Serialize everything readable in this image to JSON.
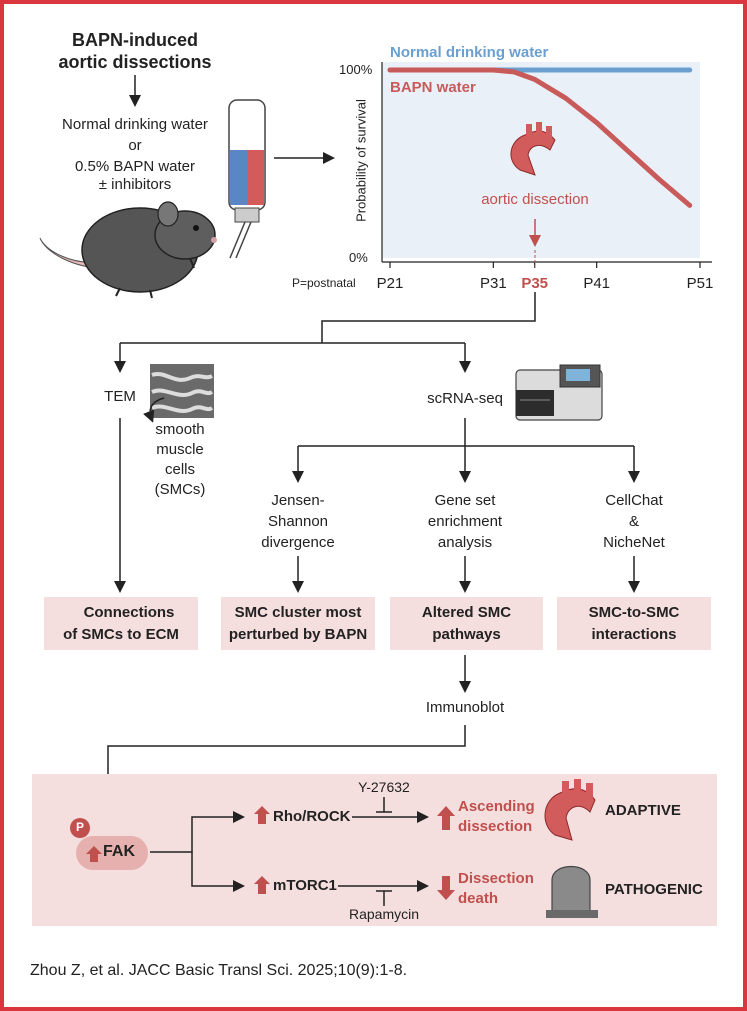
{
  "header": {
    "title_line1": "BAPN-induced",
    "title_line2": "aortic dissections",
    "treatment_line1": "Normal drinking water",
    "treatment_line2": "or",
    "treatment_line3": "0.5% BAPN water",
    "treatment_line4": "± inhibitors"
  },
  "chart": {
    "ylabel": "Probability of survival",
    "y_top": "100%",
    "y_bottom": "0%",
    "x_prefix": "P=postnatal",
    "series_normal": "Normal drinking water",
    "series_bapn": "BAPN water",
    "annotation": "aortic dissection",
    "highlight_tick": "P35"
  },
  "chart_data": {
    "type": "line",
    "ylabel": "Probability of survival",
    "x_ticks": [
      "P21",
      "P31",
      "P35",
      "P41",
      "P51"
    ],
    "x_tick_values": [
      21,
      31,
      35,
      41,
      51
    ],
    "xlim": [
      21,
      51
    ],
    "ylim": [
      0,
      100
    ],
    "series": [
      {
        "name": "Normal drinking water",
        "color": "#6a9fd0",
        "x": [
          21,
          50
        ],
        "y": [
          100,
          100
        ]
      },
      {
        "name": "BAPN water",
        "color": "#c85a5a",
        "x": [
          21,
          31,
          33,
          35,
          38,
          41,
          44,
          47,
          50
        ],
        "y": [
          100,
          100,
          99,
          95,
          85,
          72,
          57,
          42,
          28
        ]
      }
    ]
  },
  "methods": {
    "tem": "TEM",
    "smc_line1": "smooth",
    "smc_line2": "muscle",
    "smc_line3": "cells",
    "smc_line4": "(SMCs)",
    "scrna": "scRNA-seq",
    "js_line1": "Jensen-",
    "js_line2": "Shannon",
    "js_line3": "divergence",
    "gsea_line1": "Gene set",
    "gsea_line2": "enrichment",
    "gsea_line3": "analysis",
    "cc_line1": "CellChat",
    "cc_line2": "&",
    "cc_line3": "NicheNet"
  },
  "results": {
    "ecm_line1": "Connections",
    "ecm_line2": "of SMCs to ECM",
    "cluster_line1": "SMC cluster most",
    "cluster_line2": "perturbed by BAPN",
    "pathways_line1": "Altered SMC",
    "pathways_line2": "pathways",
    "interactions_line1": "SMC-to-SMC",
    "interactions_line2": "interactions",
    "immunoblot": "Immunoblot"
  },
  "mechanism": {
    "p_badge": "P",
    "fak": "FAK",
    "rho": "Rho/ROCK",
    "mtorc": "mTORC1",
    "y27632": "Y-27632",
    "rapamycin": "Rapamycin",
    "asc_line1": "Ascending",
    "asc_line2": "dissection",
    "death_line1": "Dissection",
    "death_line2": "death",
    "adaptive": "ADAPTIVE",
    "pathogenic": "PATHOGENIC"
  },
  "citation": "Zhou Z, et al. JACC Basic Transl Sci. 2025;10(9):1-8.",
  "colors": {
    "frame": "#d9363e",
    "accent_red": "#c0504d",
    "box_pink": "#f5dede",
    "chart_bg": "#eaf0f8",
    "normal_blue": "#6a9fd0"
  }
}
